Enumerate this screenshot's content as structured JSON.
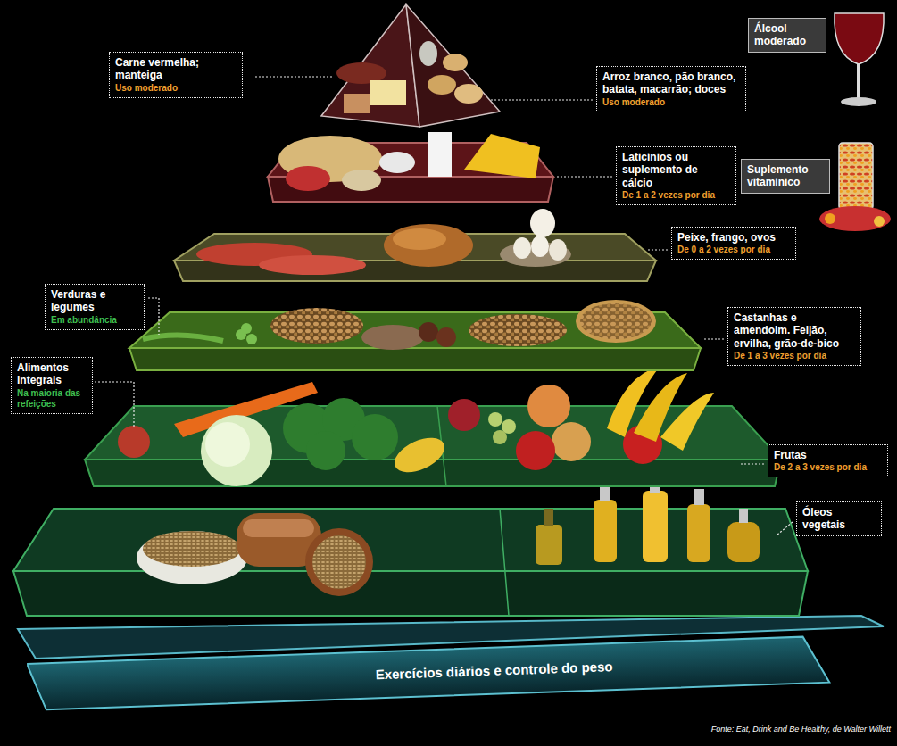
{
  "diagram": {
    "caption": "Fonte: Eat, Drink and Be Healthy, de Walter Willett",
    "nodes": [
      {
        "text": [
          "Carne vermelha; manteiga",
          "Uso moderado"
        ]
      },
      {
        "text": [
          "Arroz branco, pão branco, batata, macarrão; doces",
          "Uso moderado"
        ]
      },
      {
        "text": [
          "Álcool moderado"
        ]
      },
      {
        "text": [
          "Laticínios ou suplemento de cálcio",
          "De 1 a 2 vezes por dia"
        ]
      },
      {
        "text": [
          "Suplemento vitamínico"
        ]
      },
      {
        "text": [
          "Peixe, frango, ovos",
          "De 0 a 2 vezes por dia"
        ]
      },
      {
        "text": [
          "Verduras e legumes",
          "Em abundância"
        ]
      },
      {
        "text": [
          "Castanhas e amendoim. Feijão, ervilha, grão-de-bico",
          "De 1 a 3 vezes por dia"
        ]
      },
      {
        "text": [
          "Alimentos integrais",
          "Na maioria das refeições"
        ]
      },
      {
        "text": [
          "Frutas",
          "De 2 a 3 vezes por dia"
        ]
      },
      {
        "text": [
          "Óleos vegetais"
        ]
      },
      {
        "text": [
          "Exercícios diários e controle do peso"
        ]
      }
    ]
  }
}
